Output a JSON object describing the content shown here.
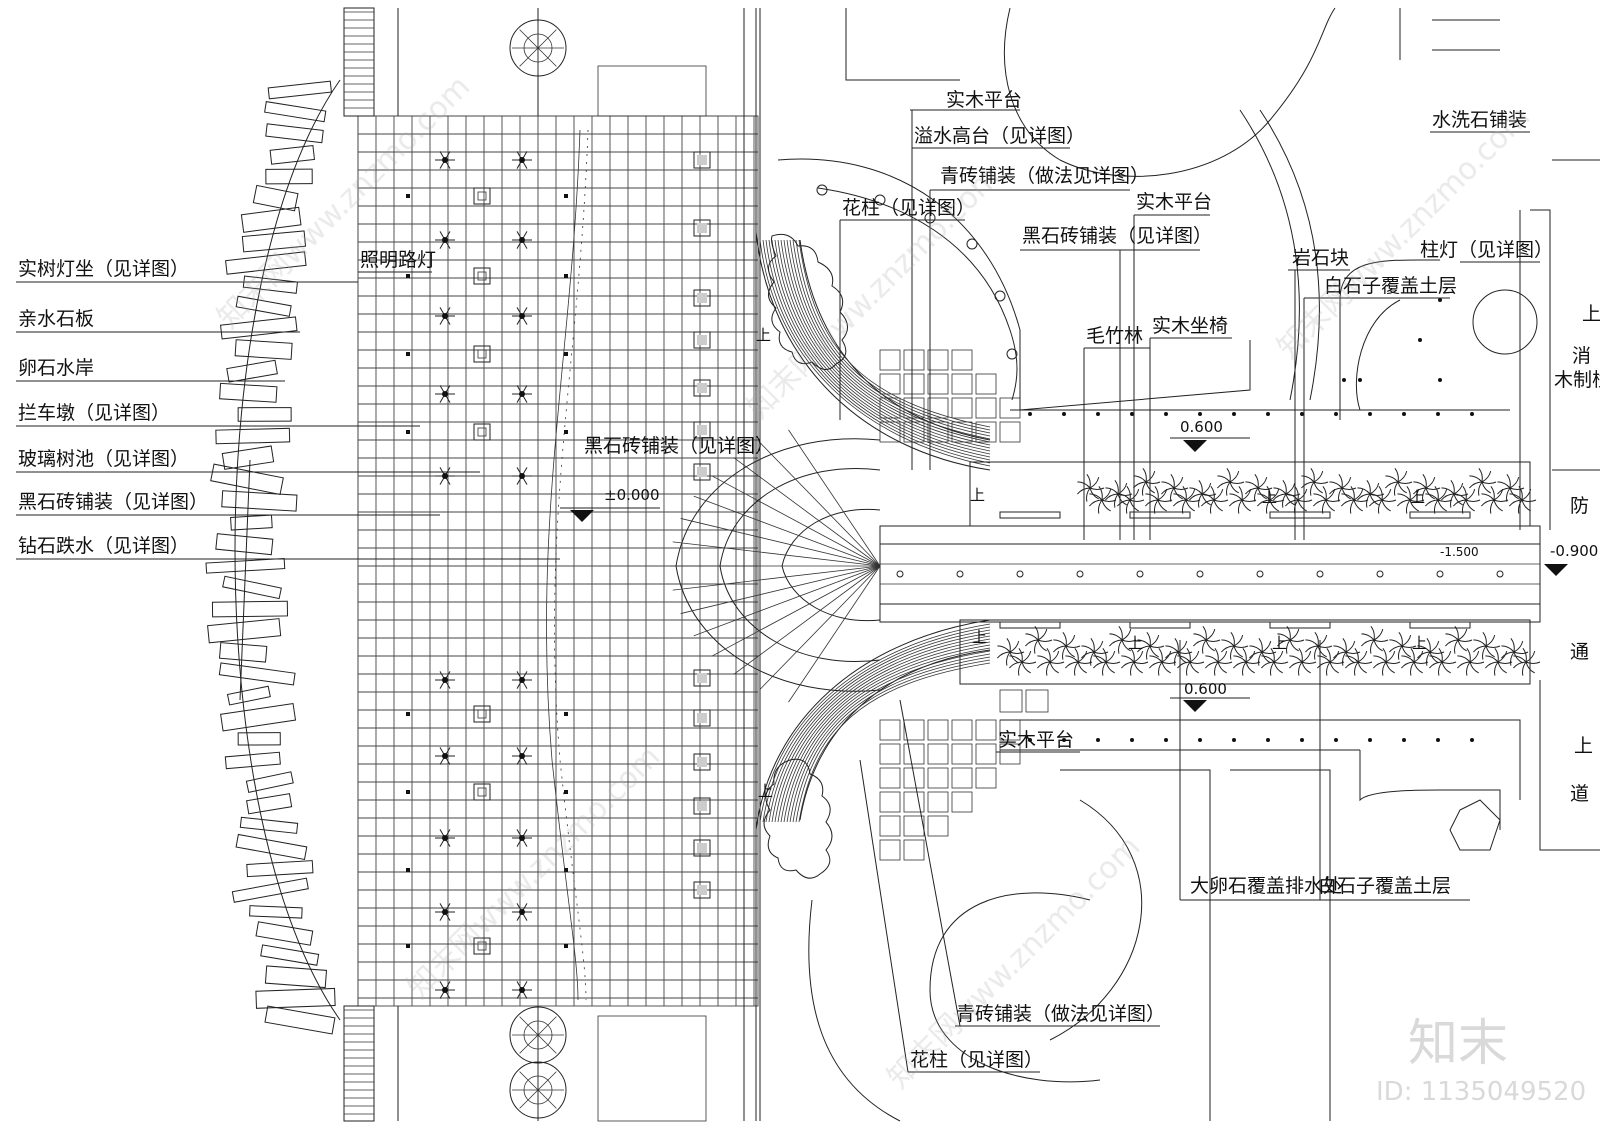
{
  "left_labels": [
    "实树灯坐（见详图）",
    "亲水石板",
    "卵石水岸",
    "拦车墩（见详图）",
    "玻璃树池（见详图）",
    "黑石砖铺装（见详图）",
    "钻石跌水（见详图）"
  ],
  "labels": {
    "lighting": "照明路灯",
    "black_brick_center": "黑石砖铺装（见详图）",
    "level_zero": "±0.000",
    "wood_deck_top": "实木平台",
    "overflow_platform": "溢水高台（见详图）",
    "blue_brick_top": "青砖铺装（做法见详图）",
    "flower_column_top": "花柱（见详图）",
    "wood_deck_2": "实木平台",
    "black_brick_right": "黑石砖铺装（见详图）",
    "rock_block": "岩石块",
    "white_pebble_top": "白石子覆盖土层",
    "bamboo": "毛竹林",
    "wood_bench": "实木坐椅",
    "washed_stone": "水洗石铺装",
    "column_lamp": "柱灯（见详图）",
    "level_0600_top": "0.600",
    "level_1500": "-1.500",
    "level_0900": "-0.900",
    "level_0600_bottom": "0.600",
    "wood_deck_bottom": "实木平台",
    "big_pebble": "大卵石覆盖排水处",
    "white_pebble_bottom": "白石子覆盖土层",
    "blue_brick_bottom": "青砖铺装（做法见详图）",
    "flower_column_bottom": "花柱（见详图）",
    "up": "上"
  },
  "edge_text": [
    "上",
    "消",
    "木制栈",
    "防",
    "通",
    "上",
    "道"
  ],
  "watermark": {
    "logo": "知末",
    "id": "ID: 1135049520",
    "site": "知末网www.znzmo.com"
  }
}
